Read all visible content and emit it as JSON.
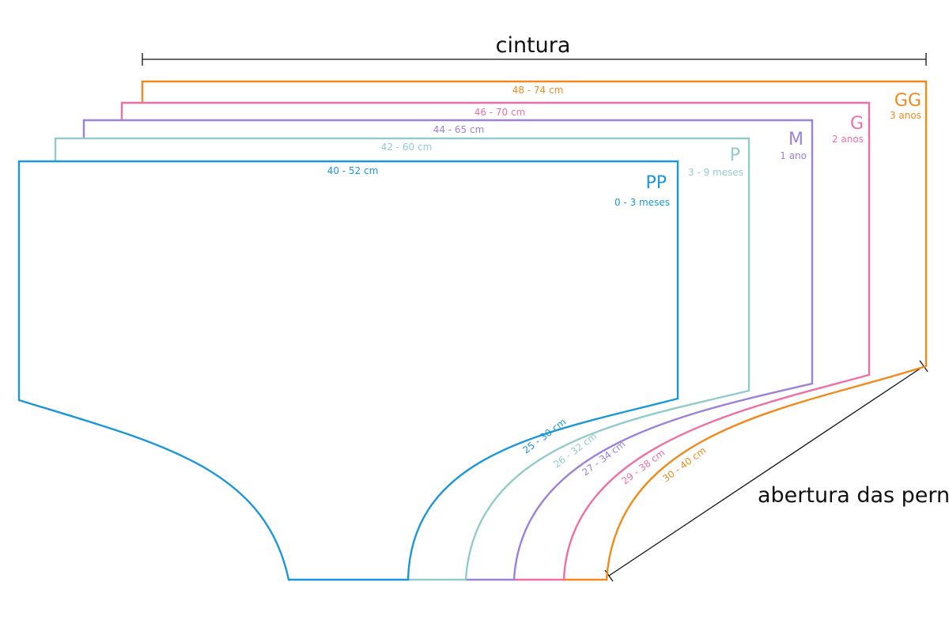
{
  "titles": {
    "waist": "cintura",
    "leg_opening": "abertura das pernas"
  },
  "colors": {
    "pp": "#1b97d9",
    "p": "#93cbcb",
    "m": "#9b81d8",
    "g": "#ee6fa4",
    "gg": "#f08a1d",
    "dimension": "#111111"
  },
  "sizes": {
    "gg": {
      "label": "GG",
      "age": "3 anos",
      "waist": "48 - 74 cm",
      "leg": "30 - 40 cm"
    },
    "g": {
      "label": "G",
      "age": "2 anos",
      "waist": "46 - 70 cm",
      "leg": "29 - 38 cm"
    },
    "m": {
      "label": "M",
      "age": "1 ano",
      "waist": "44 - 65 cm",
      "leg": "27 - 34 cm"
    },
    "p": {
      "label": "P",
      "age": "3 - 9 meses",
      "waist": "42 - 60 cm",
      "leg": "26 - 32 cm"
    },
    "pp": {
      "label": "PP",
      "age": "0 - 3 meses",
      "waist": "40 - 52 cm",
      "leg": "25 - 30 cm"
    }
  }
}
